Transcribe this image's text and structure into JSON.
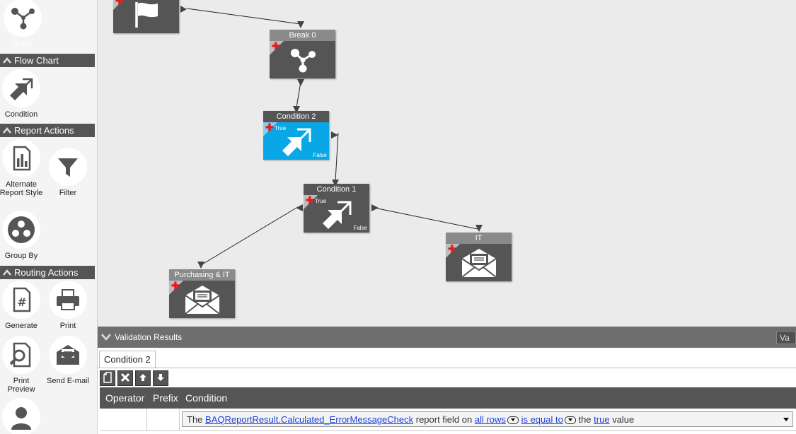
{
  "sidebar": {
    "tools": {
      "break": "Break",
      "condition": "Condition",
      "alternate_report_style": "Alternate Report Style",
      "filter": "Filter",
      "group_by": "Group By",
      "generate": "Generate",
      "print": "Print",
      "print_preview": "Print Preview",
      "send_email": "Send E-mail"
    },
    "sections": {
      "flow_chart": "Flow Chart",
      "report_actions": "Report Actions",
      "routing_actions": "Routing Actions"
    }
  },
  "canvas": {
    "nodes": {
      "break0": "Break 0",
      "condition2": "Condition 2",
      "condition1": "Condition 1",
      "it": "IT",
      "purchasing_it": "Purchasing & IT"
    },
    "true_label": "True",
    "false_label": "False",
    "icons": {
      "start": "flag-icon",
      "break": "share-nodes-icon",
      "condition": "condition-arrows-icon",
      "email": "envelope-icon"
    },
    "colors": {
      "selected_node": "#0aa7e6",
      "node": "#555555",
      "plus": "#e21b1b"
    }
  },
  "validation": {
    "title": "Validation Results",
    "button": "Va",
    "tab": "Condition 2",
    "columns": {
      "operator": "Operator",
      "prefix": "Prefix",
      "condition": "Condition"
    },
    "row": {
      "t1": "The",
      "field": "BAQReportResult.Calculated_ErrorMessageCheck",
      "t2": "report field on",
      "rows": "all rows",
      "op": "is equal to",
      "t3": "the",
      "value": "true",
      "t4": "value"
    },
    "link_color": "#1d3fd9"
  }
}
